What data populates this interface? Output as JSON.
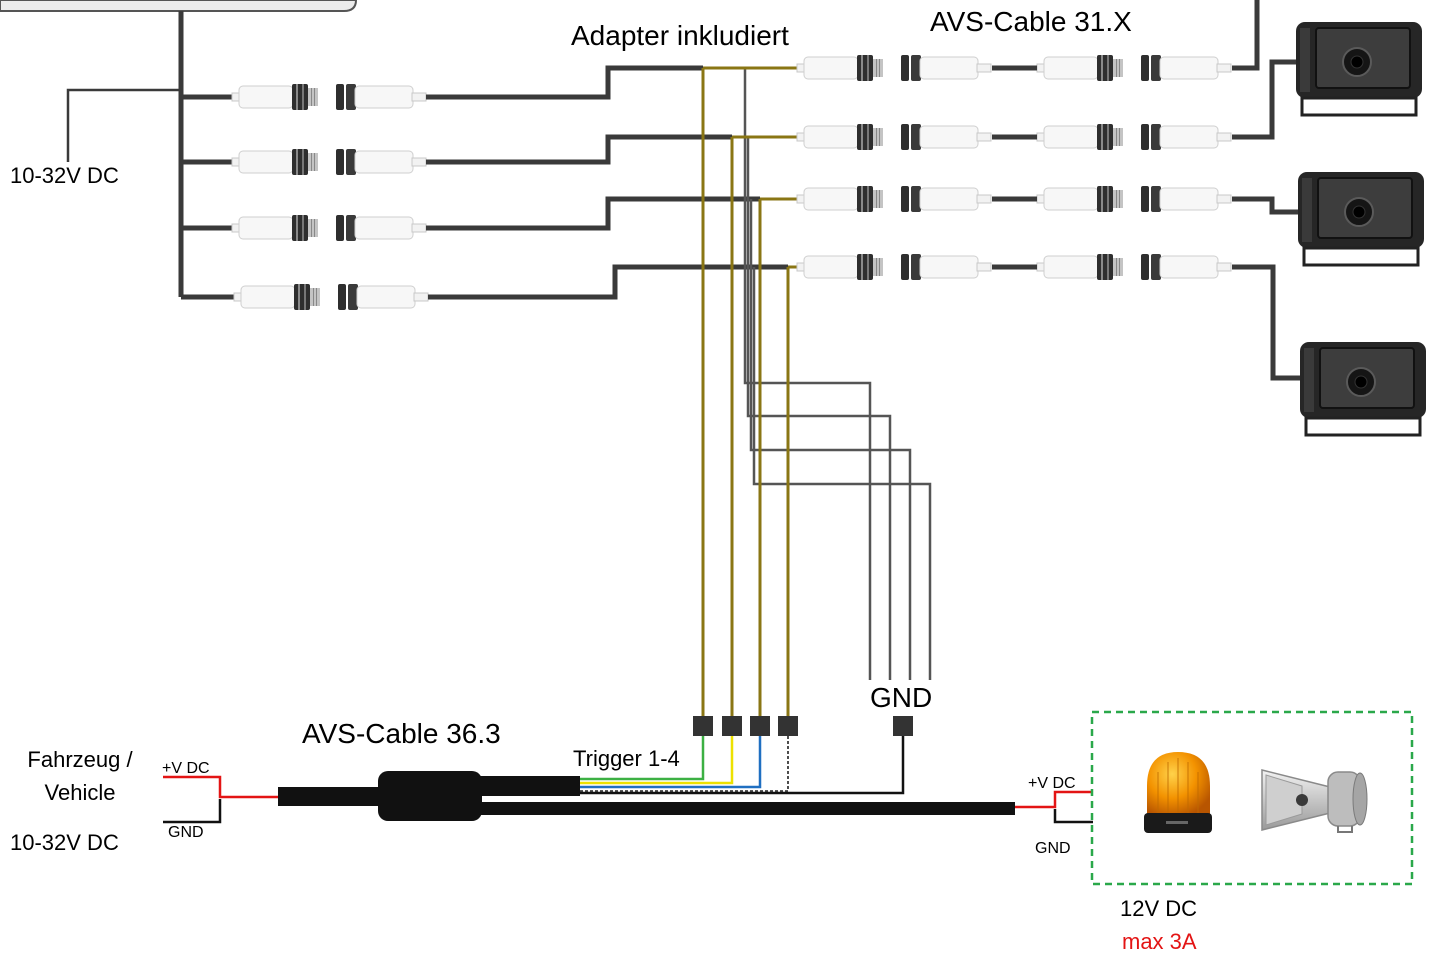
{
  "labels": {
    "adapter": "Adapter inkludiert",
    "cable_31": "AVS-Cable 31.X",
    "power_top": "10-32V DC",
    "cable_36": "AVS-Cable 36.3",
    "trigger": "Trigger 1-4",
    "gnd_main": "GND",
    "vehicle_line1": "Fahrzeug /",
    "vehicle_line2": "Vehicle",
    "vehicle_voltage": "10-32V DC",
    "left_plus": "+V DC",
    "left_gnd": "GND",
    "right_plus": "+V DC",
    "right_gnd": "GND",
    "output_voltage": "12V DC",
    "output_current": "max 3A"
  },
  "colors": {
    "wire_dark": "#3a3a3a",
    "trigger_olive": "#8a7614",
    "ground_gray": "#555555",
    "trigger_green": "#3cb043",
    "trigger_yellow": "#ede100",
    "trigger_blue": "#1f6fc1",
    "trigger_white_dashed": "#222222",
    "ground_black": "#111111",
    "power_red": "#e31414",
    "load_box_green": "#2aa84a",
    "limit_text_red": "#e31414"
  }
}
